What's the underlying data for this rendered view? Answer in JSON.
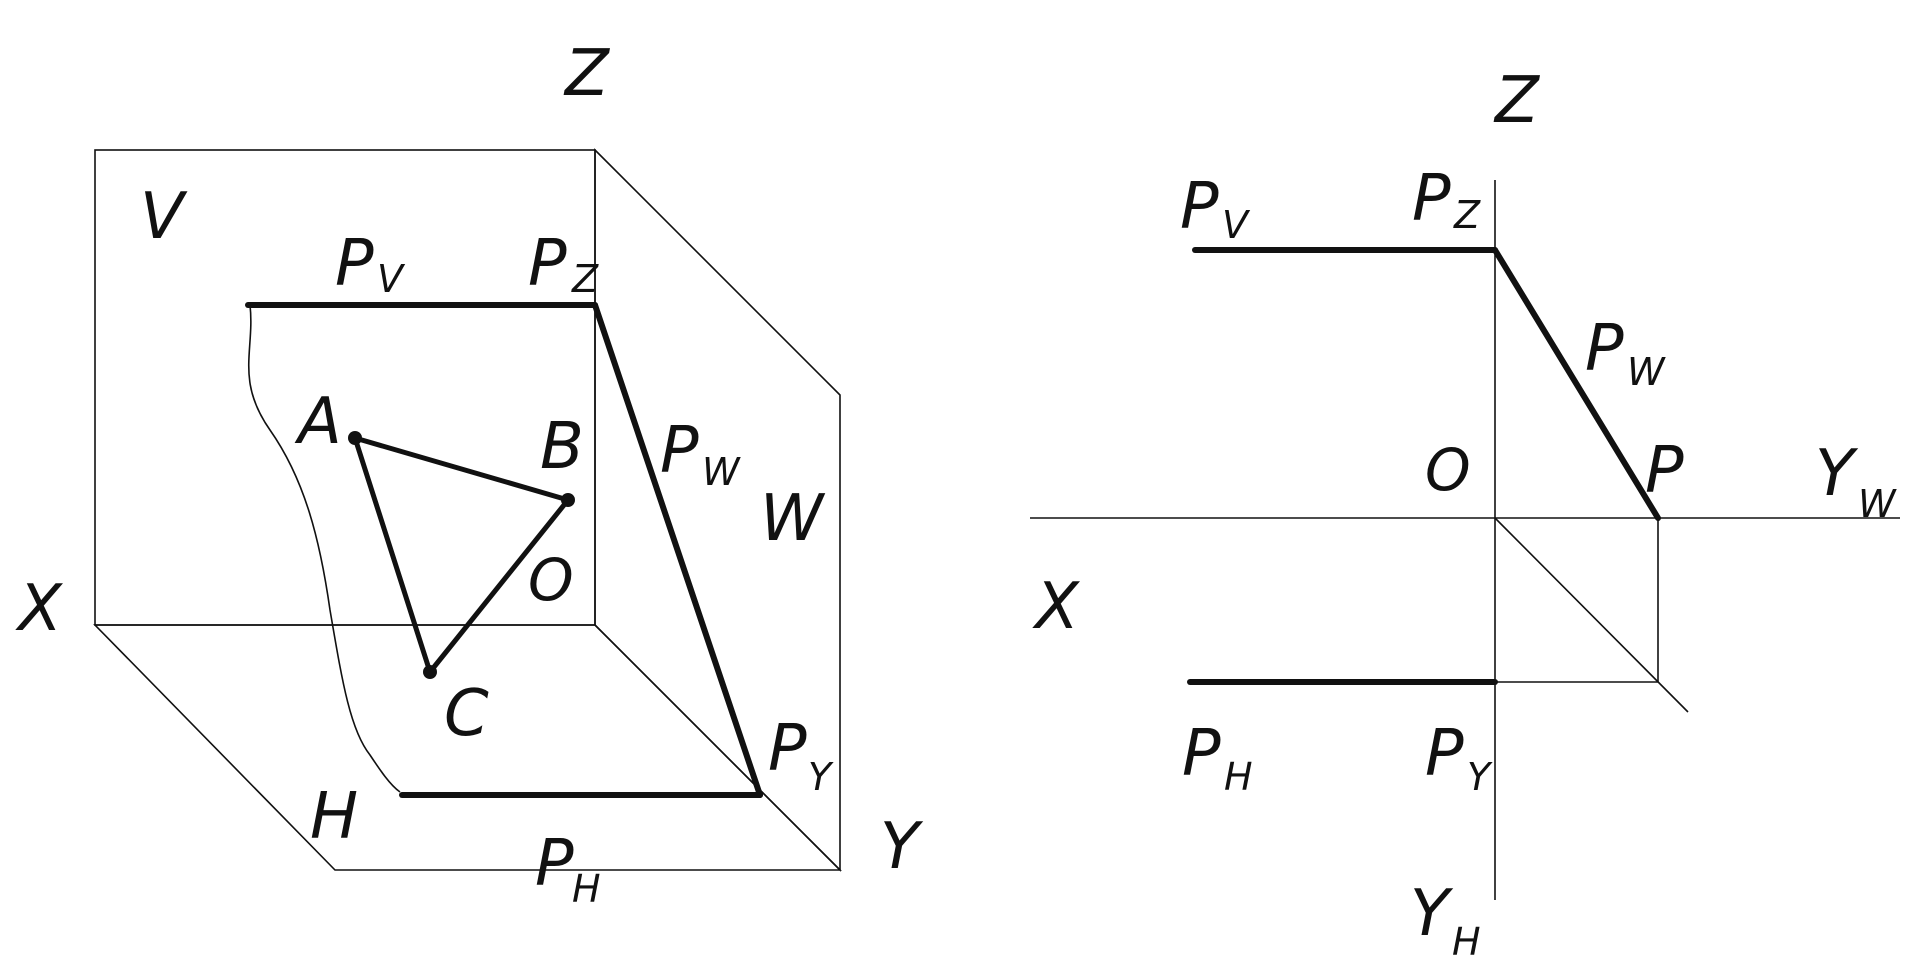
{
  "left": {
    "axis_z": "Z",
    "axis_x": "X",
    "axis_y": "Y",
    "plane_v": "V",
    "plane_w": "W",
    "plane_h": "H",
    "origin": "O",
    "points": {
      "a": "A",
      "b": "B",
      "c": "C"
    },
    "traces": {
      "pv": {
        "base": "P",
        "sub": "V"
      },
      "pz": {
        "base": "P",
        "sub": "Z"
      },
      "pw": {
        "base": "P",
        "sub": "W"
      },
      "py": {
        "base": "P",
        "sub": "Y"
      },
      "ph": {
        "base": "P",
        "sub": "H"
      }
    }
  },
  "right": {
    "axis_z": "Z",
    "axis_x": "X",
    "axis_yw": {
      "base": "Y",
      "sub": "W"
    },
    "axis_yh": {
      "base": "Y",
      "sub": "H"
    },
    "origin": "O",
    "point_p": "P",
    "traces": {
      "pv": {
        "base": "P",
        "sub": "V"
      },
      "pz": {
        "base": "P",
        "sub": "Z"
      },
      "pw": {
        "base": "P",
        "sub": "W"
      },
      "ph": {
        "base": "P",
        "sub": "H"
      },
      "py": {
        "base": "P",
        "sub": "Y"
      }
    }
  }
}
